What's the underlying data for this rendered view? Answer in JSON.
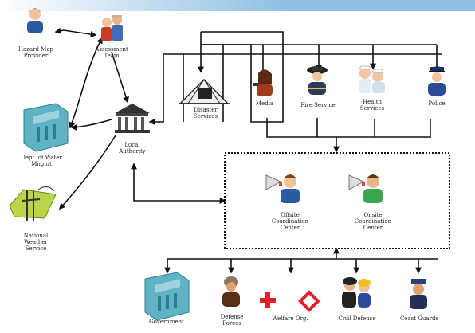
{
  "nodes": {
    "hazard_map_provider": "Hazard Map\nProvider",
    "assessment_team": "Assessment\nTeam",
    "dept_water": "Dept. of Water\nMngmt",
    "national_weather": "National\nWeather\nService",
    "local_authority": "Local\nAuthority",
    "disaster_services": "Disaster\nServices",
    "media": "Media",
    "fire_service": "Fire Service",
    "health_services": "Health\nServices",
    "police": "Police",
    "offsite_center": "Offsite\nCoordination\nCenter",
    "onsite_center": "Onsite\nCoordination\nCenter",
    "government": "Government",
    "defense_forces": "Defense\nForces",
    "welfare_org": "Welfare Org.",
    "civil_defense": "Civil Defense",
    "coast_guards": "Coast Guards"
  },
  "colors": {
    "banner": "#8fc0e4",
    "line": "#111111",
    "government_building": "#5fb3c4",
    "red_cross": "#e0202a",
    "crescent": "#e0202a",
    "sign_green": "#b8d648"
  },
  "icons": {
    "hazard_map_provider": "person-icon",
    "assessment_team": "team-icon",
    "dept_water": "building-icon",
    "national_weather": "weather-sign-icon",
    "local_authority": "bank-icon",
    "disaster_services": "tent-icon",
    "media": "reporter-icon",
    "fire_service": "firefighter-icon",
    "health_services": "nurse-icon",
    "police": "police-icon",
    "offsite_center": "megaphone-person-icon",
    "onsite_center": "megaphone-person-icon",
    "government": "building-icon",
    "defense_forces": "soldier-icon",
    "welfare_org": "red-cross-crescent-icon",
    "civil_defense": "helmet-people-icon",
    "coast_guards": "officer-icon"
  }
}
